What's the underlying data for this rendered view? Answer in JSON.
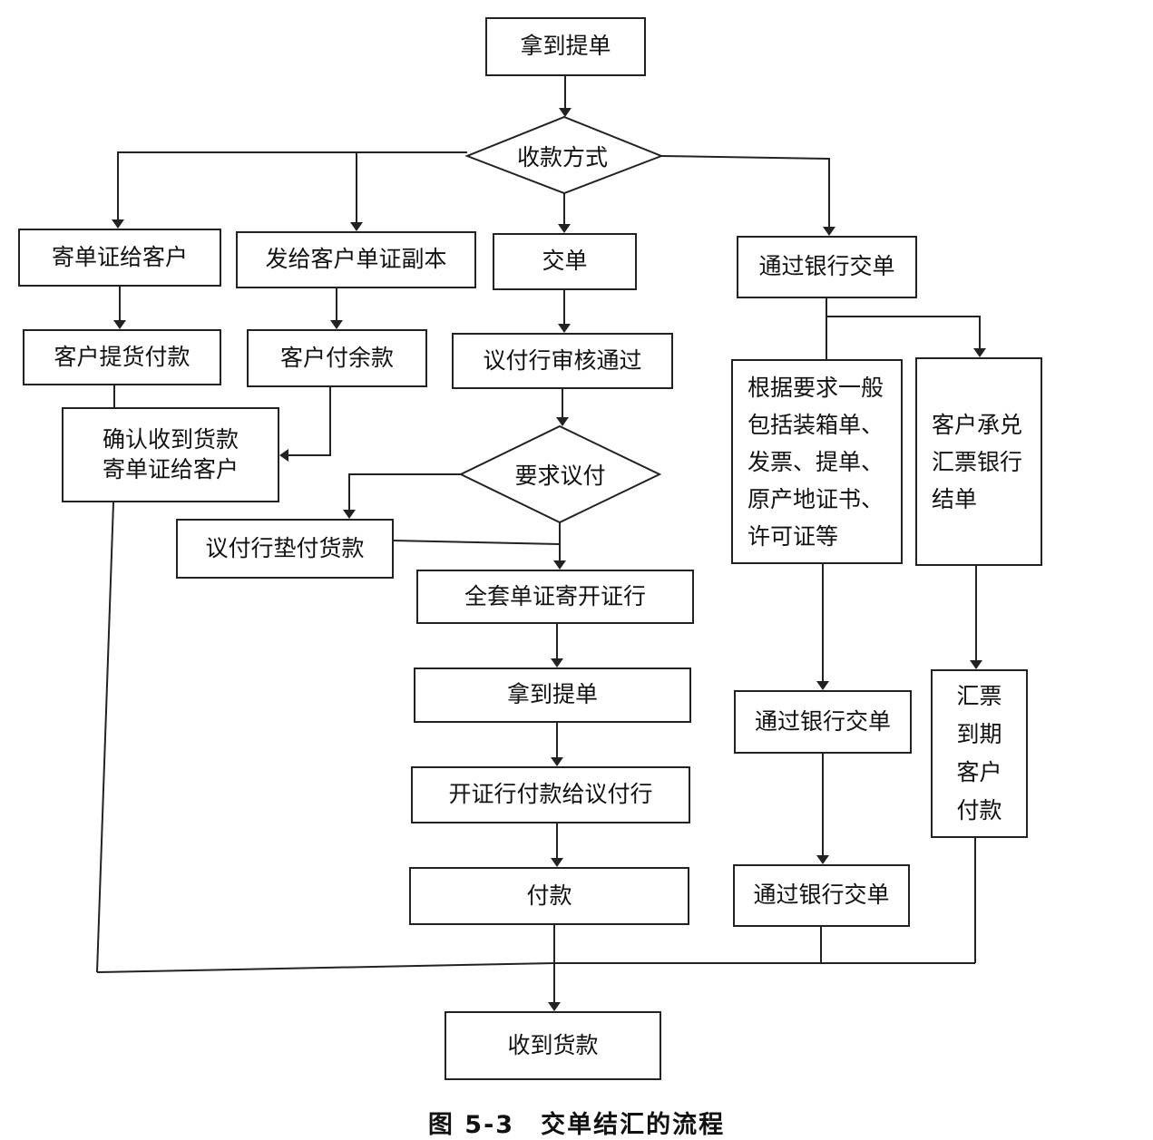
{
  "nodes": {
    "start": "拿到提单",
    "method": "收款方式",
    "mail_docs": "寄单证给客户",
    "send_copy": "发给客户单证副本",
    "present_docs": "交单",
    "via_bank": "通过银行交单",
    "pickup_pay": "客户提货付款",
    "balance_pay": "客户付余款",
    "nego_approve": "议付行审核通过",
    "confirm_received": "确认收到货款\n寄单证给客户",
    "require_nego": "要求议付",
    "nego_advance": "议付行垫付货款",
    "full_set_docs": "全套单证寄开证行",
    "get_bl": "拿到提单",
    "issuing_pays": "开证行付款给议付行",
    "payment": "付款",
    "requirements": "根据要求一般\n包括装箱单、\n发票、提单、\n原产地证书、\n许可证等",
    "customer_accept": "客户承兑\n汇票银行\n结单",
    "via_bank_2": "通过银行交单",
    "draft_due": "汇票\n到期\n客户\n付款",
    "via_bank_3": "通过银行交单",
    "received": "收到货款"
  },
  "caption": "图 5-3　交单结汇的流程"
}
